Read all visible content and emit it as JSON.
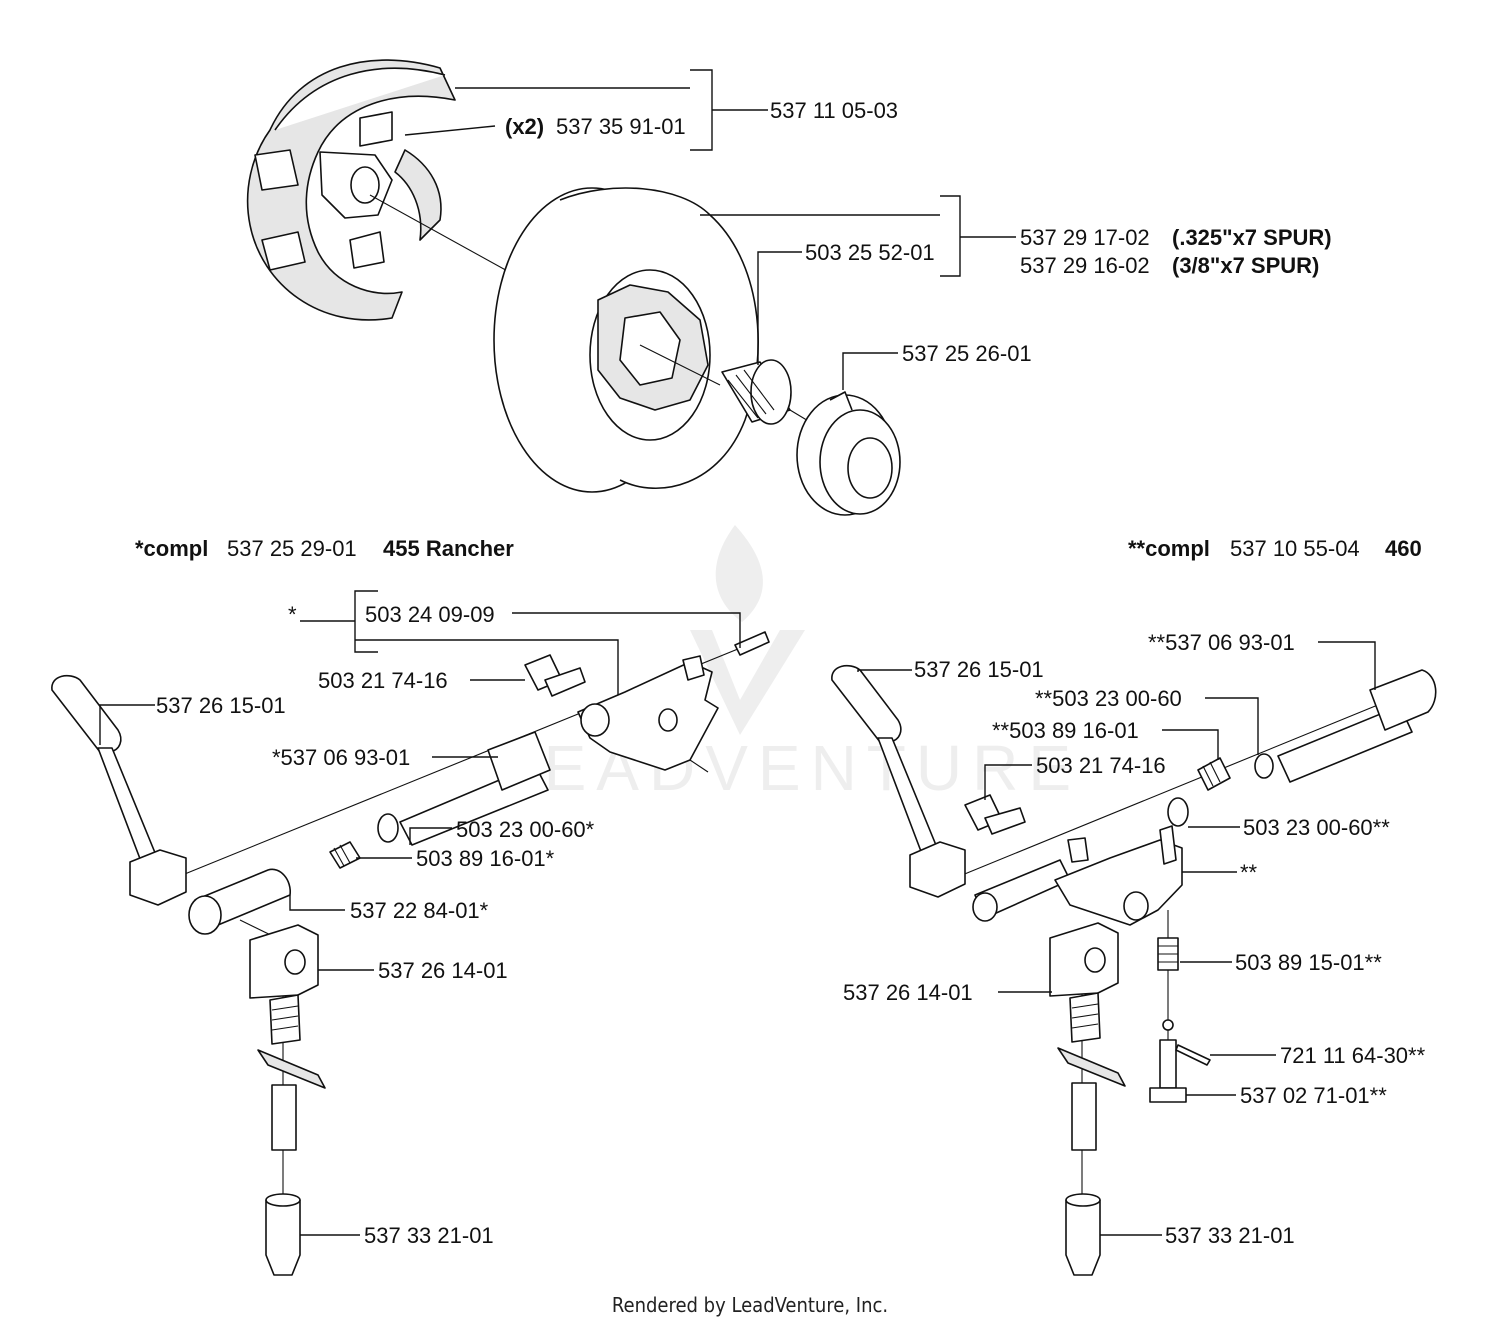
{
  "watermark": {
    "text": "LEADVENTURE"
  },
  "footer": {
    "text": "Rendered by LeadVenture, Inc."
  },
  "headings": {
    "left": {
      "prefix": "*compl",
      "number": "537 25 29-01",
      "model": "455 Rancher"
    },
    "right": {
      "prefix": "**compl",
      "number": "537 10 55-04",
      "model": "460"
    }
  },
  "clutch": {
    "assembly": "537 11 05-03",
    "shoe_qty": "(x2)",
    "shoe": "537 35 91-01",
    "drum_325": "537 29 17-02",
    "drum_325_desc": "(.325\"x7 SPUR)",
    "drum_38": "537 29 16-02",
    "drum_38_desc": "(3/8\"x7 SPUR)",
    "bearing": "503 25 52-01",
    "drive": "537 25 26-01"
  },
  "left_parts": {
    "star": "*",
    "pin": "503 24 09-09",
    "screw": "503 21 74-16",
    "lever": "537 26 15-01",
    "shaft": "*537 06 93-01",
    "washer": "503 23 00-60*",
    "spring": "503 89 16-01*",
    "sleeve": "537 22 84-01*",
    "bracket": "537 26 14-01",
    "end": "537 33 21-01"
  },
  "right_parts": {
    "shaft": "**537 06 93-01",
    "lever": "537 26 15-01",
    "washer_top": "**503 23 00-60",
    "spring_top": "**503 89 16-01",
    "screw": "503 21 74-16",
    "washer": "503 23 00-60**",
    "doublestar": "**",
    "spring": "503 89 15-01**",
    "bracket": "537 26 14-01",
    "pin": "721 11 64-30**",
    "rod": "537 02 71-01**",
    "end": "537 33 21-01"
  }
}
